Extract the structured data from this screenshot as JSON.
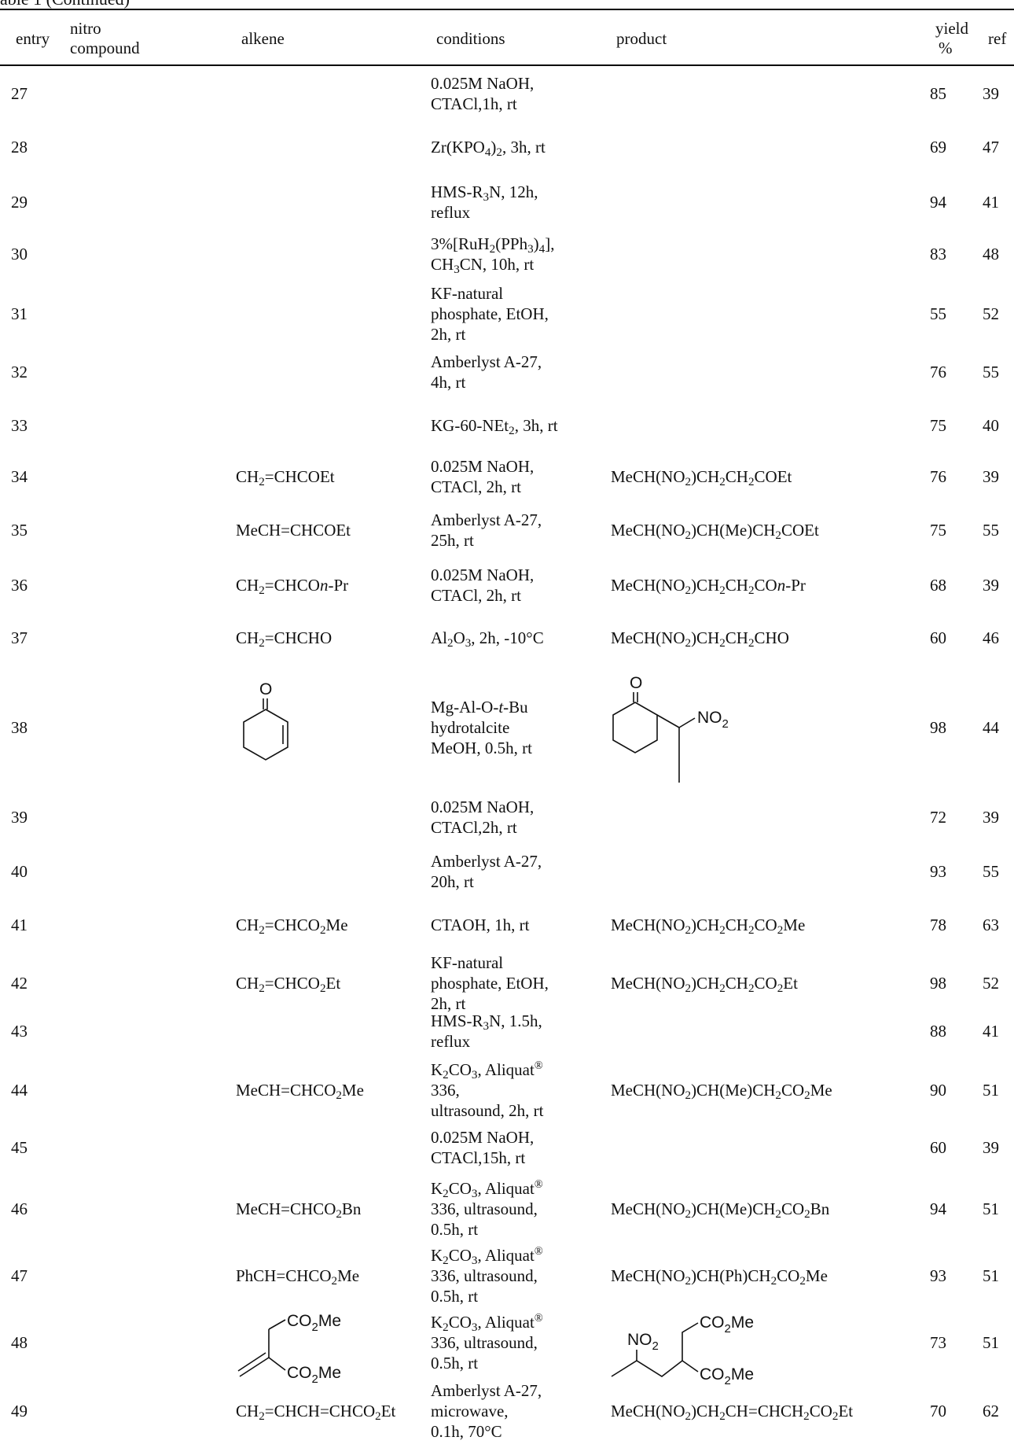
{
  "caption": "able 1 (Continued)",
  "headers": {
    "entry": "entry",
    "nitro_line1": "nitro",
    "nitro_line2": "compound",
    "alkene": "alkene",
    "conditions": "conditions",
    "product": "product",
    "yield_line1": "yield",
    "yield_line2": "%",
    "ref": "ref"
  },
  "rows": [
    {
      "entry": "27",
      "alkene": "",
      "conditions": "0.025M NaOH,<br>CTACl,1h, rt",
      "product": "",
      "yield": "85",
      "ref": "39"
    },
    {
      "entry": "28",
      "alkene": "",
      "conditions": "Zr(KPO<sub>4</sub>)<sub>2</sub>, 3h, rt",
      "product": "",
      "yield": "69",
      "ref": "47"
    },
    {
      "entry": "29",
      "alkene": "",
      "conditions": "HMS-R<sub>3</sub>N, 12h,<br>reflux",
      "product": "",
      "yield": "94",
      "ref": "41"
    },
    {
      "entry": "30",
      "alkene": "",
      "conditions": "3%[RuH<sub>2</sub>(PPh<sub>3</sub>)<sub>4</sub>],<br>CH<sub>3</sub>CN, 10h, rt",
      "product": "",
      "yield": "83",
      "ref": "48"
    },
    {
      "entry": "31",
      "alkene": "",
      "conditions": "KF-natural<br>phosphate, EtOH,<br>2h, rt",
      "product": "",
      "yield": "55",
      "ref": "52"
    },
    {
      "entry": "32",
      "alkene": "",
      "conditions": "Amberlyst A-27,<br>4h, rt",
      "product": "",
      "yield": "76",
      "ref": "55"
    },
    {
      "entry": "33",
      "alkene": "",
      "conditions": "KG-60-NEt<sub>2</sub>, 3h, rt",
      "product": "",
      "yield": "75",
      "ref": "40"
    },
    {
      "entry": "34",
      "alkene": "CH<sub>2</sub>=CHCOEt",
      "conditions": "0.025M NaOH,<br>CTACl, 2h, rt",
      "product": "MeCH(NO<sub>2</sub>)CH<sub>2</sub>CH<sub>2</sub>COEt",
      "yield": "76",
      "ref": "39"
    },
    {
      "entry": "35",
      "alkene": "MeCH=CHCOEt",
      "conditions": "Amberlyst A-27,<br>25h, rt",
      "product": "MeCH(NO<sub>2</sub>)CH(Me)CH<sub>2</sub>COEt",
      "yield": "75",
      "ref": "55"
    },
    {
      "entry": "36",
      "alkene": "CH<sub>2</sub>=CHCO<i>n</i>-Pr",
      "conditions": "0.025M NaOH,<br>CTACl, 2h, rt",
      "product": "MeCH(NO<sub>2</sub>)CH<sub>2</sub>CH<sub>2</sub>CO<i>n</i>-Pr",
      "yield": "68",
      "ref": "39"
    },
    {
      "entry": "37",
      "alkene": "CH<sub>2</sub>=CHCHO",
      "conditions": "Al<sub>2</sub>O<sub>3</sub>, 2h, -10°C",
      "product": "MeCH(NO<sub>2</sub>)CH<sub>2</sub>CH<sub>2</sub>CHO",
      "yield": "60",
      "ref": "46"
    },
    {
      "entry": "38",
      "alkene": "",
      "conditions": "Mg-Al-O-<i>t</i>-Bu<br>hydrotalcite<br>MeOH, 0.5h, rt",
      "product": "",
      "yield": "98",
      "ref": "44"
    },
    {
      "entry": "39",
      "alkene": "",
      "conditions": "0.025M NaOH,<br>CTACl,2h, rt",
      "product": "",
      "yield": "72",
      "ref": "39"
    },
    {
      "entry": "40",
      "alkene": "",
      "conditions": "Amberlyst A-27,<br>20h, rt",
      "product": "",
      "yield": "93",
      "ref": "55"
    },
    {
      "entry": "41",
      "alkene": "CH<sub>2</sub>=CHCO<sub>2</sub>Me",
      "conditions": "CTAOH, 1h, rt",
      "product": "MeCH(NO<sub>2</sub>)CH<sub>2</sub>CH<sub>2</sub>CO<sub>2</sub>Me",
      "yield": "78",
      "ref": "63"
    },
    {
      "entry": "42",
      "alkene": "CH<sub>2</sub>=CHCO<sub>2</sub>Et",
      "conditions": "KF-natural<br>phosphate, EtOH,<br>2h, rt",
      "product": "MeCH(NO<sub>2</sub>)CH<sub>2</sub>CH<sub>2</sub>CO<sub>2</sub>Et",
      "yield": "98",
      "ref": "52"
    },
    {
      "entry": "43",
      "alkene": "",
      "conditions": "HMS-R<sub>3</sub>N, 1.5h,<br>reflux",
      "product": "",
      "yield": "88",
      "ref": "41"
    },
    {
      "entry": "44",
      "alkene": "MeCH=CHCO<sub>2</sub>Me",
      "conditions": "K<sub>2</sub>CO<sub>3</sub>, Aliquat<sup>®</sup><br>336,<br>ultrasound, 2h, rt",
      "product": "MeCH(NO<sub>2</sub>)CH(Me)CH<sub>2</sub>CO<sub>2</sub>Me",
      "yield": "90",
      "ref": "51"
    },
    {
      "entry": "45",
      "alkene": "",
      "conditions": "0.025M NaOH,<br>CTACl,15h, rt",
      "product": "",
      "yield": "60",
      "ref": "39"
    },
    {
      "entry": "46",
      "alkene": "MeCH=CHCO<sub>2</sub>Bn",
      "conditions": "K<sub>2</sub>CO<sub>3</sub>, Aliquat<sup>®</sup><br>336, ultrasound,<br>0.5h, rt",
      "product": "MeCH(NO<sub>2</sub>)CH(Me)CH<sub>2</sub>CO<sub>2</sub>Bn",
      "yield": "94",
      "ref": "51"
    },
    {
      "entry": "47",
      "alkene": "PhCH=CHCO<sub>2</sub>Me",
      "conditions": "K<sub>2</sub>CO<sub>3</sub>, Aliquat<sup>®</sup><br>336, ultrasound,<br>0.5h, rt",
      "product": "MeCH(NO<sub>2</sub>)CH(Ph)CH<sub>2</sub>CO<sub>2</sub>Me",
      "yield": "93",
      "ref": "51"
    },
    {
      "entry": "48",
      "alkene": "",
      "conditions": "K<sub>2</sub>CO<sub>3</sub>, Aliquat<sup>®</sup><br>336, ultrasound,<br>0.5h, rt",
      "product": "",
      "yield": "73",
      "ref": "51"
    },
    {
      "entry": "49",
      "alkene": "CH<sub>2</sub>=CHCH=CHCO<sub>2</sub>Et",
      "conditions": "Amberlyst A-27,<br>microwave,<br>0.1h, 70°C",
      "product": "MeCH(NO<sub>2</sub>)CH<sub>2</sub>CH=CHCH<sub>2</sub>CO<sub>2</sub>Et",
      "yield": "70",
      "ref": "62"
    }
  ],
  "structures": {
    "cyclohexenone_o": "O",
    "nitro_ketone_o": "O",
    "nitro_ketone_no2": "NO",
    "nitro_ketone_no2_sub": "2",
    "diester_top_co2": "CO",
    "diester_top_co2_sub": "2",
    "diester_top_me": "Me",
    "diester_bot_co2": "CO",
    "diester_bot_co2_sub": "2",
    "diester_bot_me": "Me",
    "prod48_no2": "NO",
    "prod48_no2_sub": "2",
    "prod48_top_co2": "CO",
    "prod48_top_co2_sub": "2",
    "prod48_top_me": "Me",
    "prod48_bot_co2": "CO",
    "prod48_bot_co2_sub": "2",
    "prod48_bot_me": "Me"
  }
}
